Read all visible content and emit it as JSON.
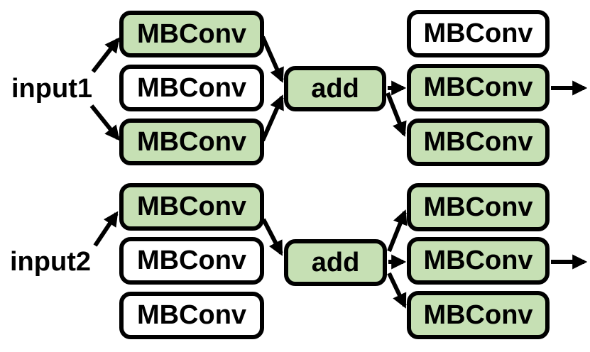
{
  "diagram": {
    "colors": {
      "box_fill_selected": "#c6e0b4",
      "box_fill_unselected": "#ffffff",
      "stroke": "#000000"
    },
    "groups": [
      {
        "input_label": "input1",
        "stage1": [
          {
            "label": "MBConv",
            "filled": "true"
          },
          {
            "label": "MBConv",
            "filled": "false"
          },
          {
            "label": "MBConv",
            "filled": "true"
          }
        ],
        "op_label": "add",
        "stage2": [
          {
            "label": "MBConv",
            "filled": "false"
          },
          {
            "label": "MBConv",
            "filled": "true"
          },
          {
            "label": "MBConv",
            "filled": "true"
          }
        ]
      },
      {
        "input_label": "input2",
        "stage1": [
          {
            "label": "MBConv",
            "filled": "true"
          },
          {
            "label": "MBConv",
            "filled": "false"
          },
          {
            "label": "MBConv",
            "filled": "false"
          }
        ],
        "op_label": "add",
        "stage2": [
          {
            "label": "MBConv",
            "filled": "true"
          },
          {
            "label": "MBConv",
            "filled": "true"
          },
          {
            "label": "MBConv",
            "filled": "true"
          }
        ]
      }
    ]
  }
}
